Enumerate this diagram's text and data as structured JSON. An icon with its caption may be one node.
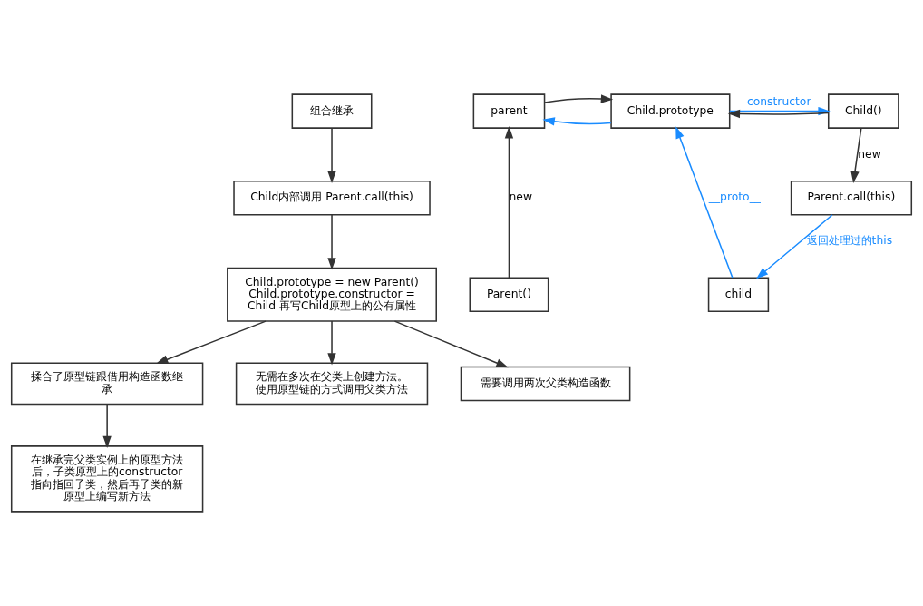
{
  "diagram": {
    "nodes": [
      {
        "text": [
          "组合继承"
        ]
      },
      {
        "text": [
          "Child内部调用 Parent.call(this)"
        ]
      },
      {
        "text": [
          "Child.prototype = new Parent() Child.prototype.constructor = Child 再写Child原型上的公有属性"
        ]
      },
      {
        "text": [
          "揉合了原型链跟借用构造函数继承"
        ]
      },
      {
        "text": [
          "无需在多次在父类上创建方法。使用原型链的方式调用父类方法"
        ]
      },
      {
        "text": [
          "需要调用两次父类构造函数"
        ]
      },
      {
        "text": [
          "在继承完父类实例上的原型方法后，子类原型上的constructor 指向指回子类，然后再子类的新原型上编写新方法"
        ]
      },
      {
        "text": [
          "parent"
        ]
      },
      {
        "text": [
          "Child.prototype"
        ]
      },
      {
        "text": [
          "Child()"
        ]
      },
      {
        "text": [
          "Parent()"
        ]
      },
      {
        "text": [
          "Parent.call(this)"
        ]
      },
      {
        "text": [
          "child"
        ]
      }
    ],
    "edges": [
      {
        "from": 0,
        "to": 1,
        "arrow": "to"
      },
      {
        "from": 1,
        "to": 2,
        "arrow": "to"
      },
      {
        "from": 2,
        "to": 3,
        "arrow": "to"
      },
      {
        "from": 2,
        "to": 4,
        "arrow": "to"
      },
      {
        "from": 2,
        "to": 5,
        "arrow": "to"
      },
      {
        "from": 3,
        "to": 6,
        "arrow": "to"
      },
      {
        "from": 8,
        "to": 7,
        "arrow": "to",
        "color": "#1a8cff"
      },
      {
        "from": 8,
        "to": 9,
        "arrow": "to",
        "label": "constructor",
        "color": "#1a8cff"
      },
      {
        "from": 7,
        "to": 8,
        "arrow": "to"
      },
      {
        "from": 9,
        "to": 8,
        "arrow": "to"
      },
      {
        "from": 9,
        "to": 11,
        "arrow": "to",
        "label": "new"
      },
      {
        "from": 10,
        "to": 7,
        "arrow": "to",
        "label": "new"
      },
      {
        "from": 11,
        "to": 12,
        "arrow": "to",
        "label": "返回处理过的this",
        "color": "#1a8cff"
      },
      {
        "from": 12,
        "to": 8,
        "arrow": "to",
        "label": "__proto__",
        "color": "#1a8cff"
      }
    ]
  }
}
